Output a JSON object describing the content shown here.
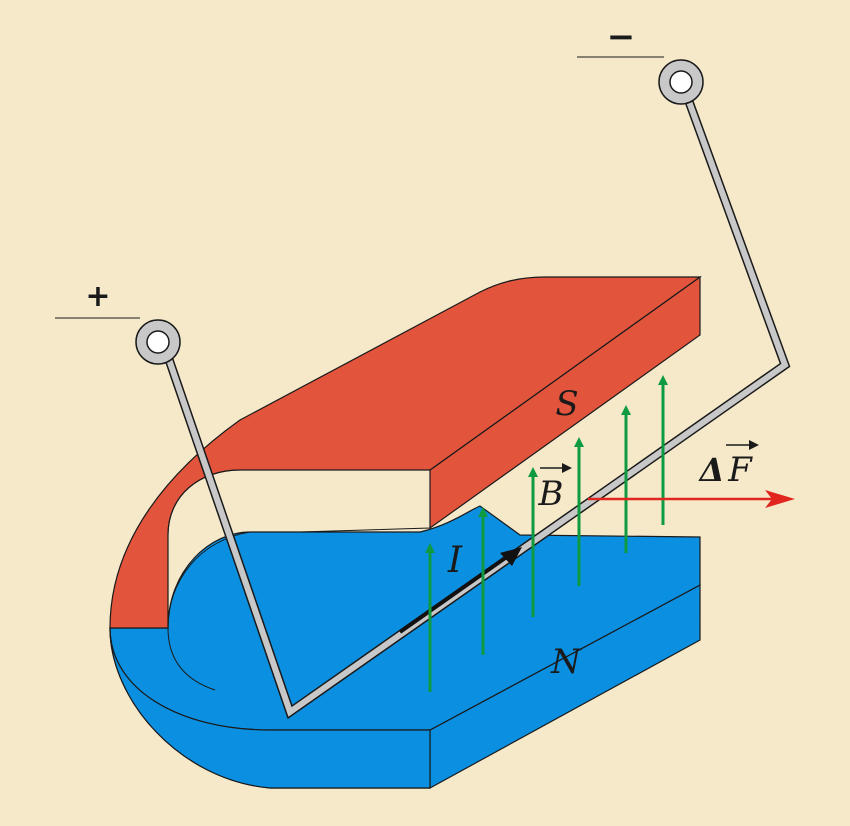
{
  "terminals": {
    "positive": {
      "sign": "+"
    },
    "negative": {
      "sign": "−"
    }
  },
  "labels": {
    "south_pole": "S",
    "north_pole": "N",
    "current": "I",
    "field_prefix": "",
    "field": "B",
    "force_delta": "Δ",
    "force": "F"
  },
  "colors": {
    "background": "#F5E9CA",
    "south_pole": "#E2553C",
    "north_pole": "#0B8FE0",
    "outline": "#1a1a1a",
    "wire": "#C8C8C8",
    "field_arrows": "#0E9A40",
    "force_arrow": "#E0261E",
    "current_arrow": "#111111"
  },
  "icons": {
    "terminal": "ring-terminal-icon",
    "field_line": "up-arrow-icon",
    "force": "right-arrow-icon"
  }
}
